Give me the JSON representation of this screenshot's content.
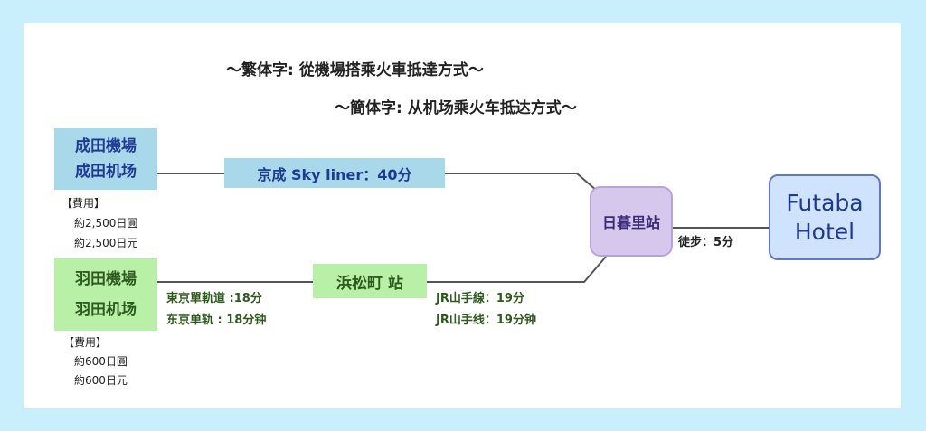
{
  "titles": {
    "traditional": "～繁体字: 從機場搭乘火車抵達方式～",
    "simplified": "～簡体字: 从机场乘火车抵达方式～"
  },
  "narita": {
    "name_trad": "成田機場",
    "name_simp": "成田机场",
    "fee_label": "【費用】",
    "fee_trad": "約2,500日圓",
    "fee_simp": "約2,500日元"
  },
  "haneda": {
    "name_trad": "羽田機場",
    "name_simp": "羽田机场",
    "fee_label": "【費用】",
    "fee_trad": "約600日圓",
    "fee_simp": "約600日元"
  },
  "keisei": {
    "label": "京成  Sky liner：40分"
  },
  "hamamatsucho": {
    "label": "浜松町 站"
  },
  "monorail": {
    "trad": "東京單軌道 :18分",
    "simp": "东京单轨   : 18分钟"
  },
  "jr": {
    "trad": "JR山手線：19分",
    "simp": "JR山手线：19分钟"
  },
  "nippori": {
    "label": "日暮里站"
  },
  "walk": {
    "label": "徒步：5分"
  },
  "hotel": {
    "line1": "Futaba",
    "line2": "Hotel"
  },
  "colors": {
    "background": "#c9effc",
    "blue_box": "#a8d8ea",
    "green_box": "#b8f0a8",
    "purple_box": "#d6c8ec",
    "hotel_box": "#cfe3ff",
    "line": "#555555"
  }
}
